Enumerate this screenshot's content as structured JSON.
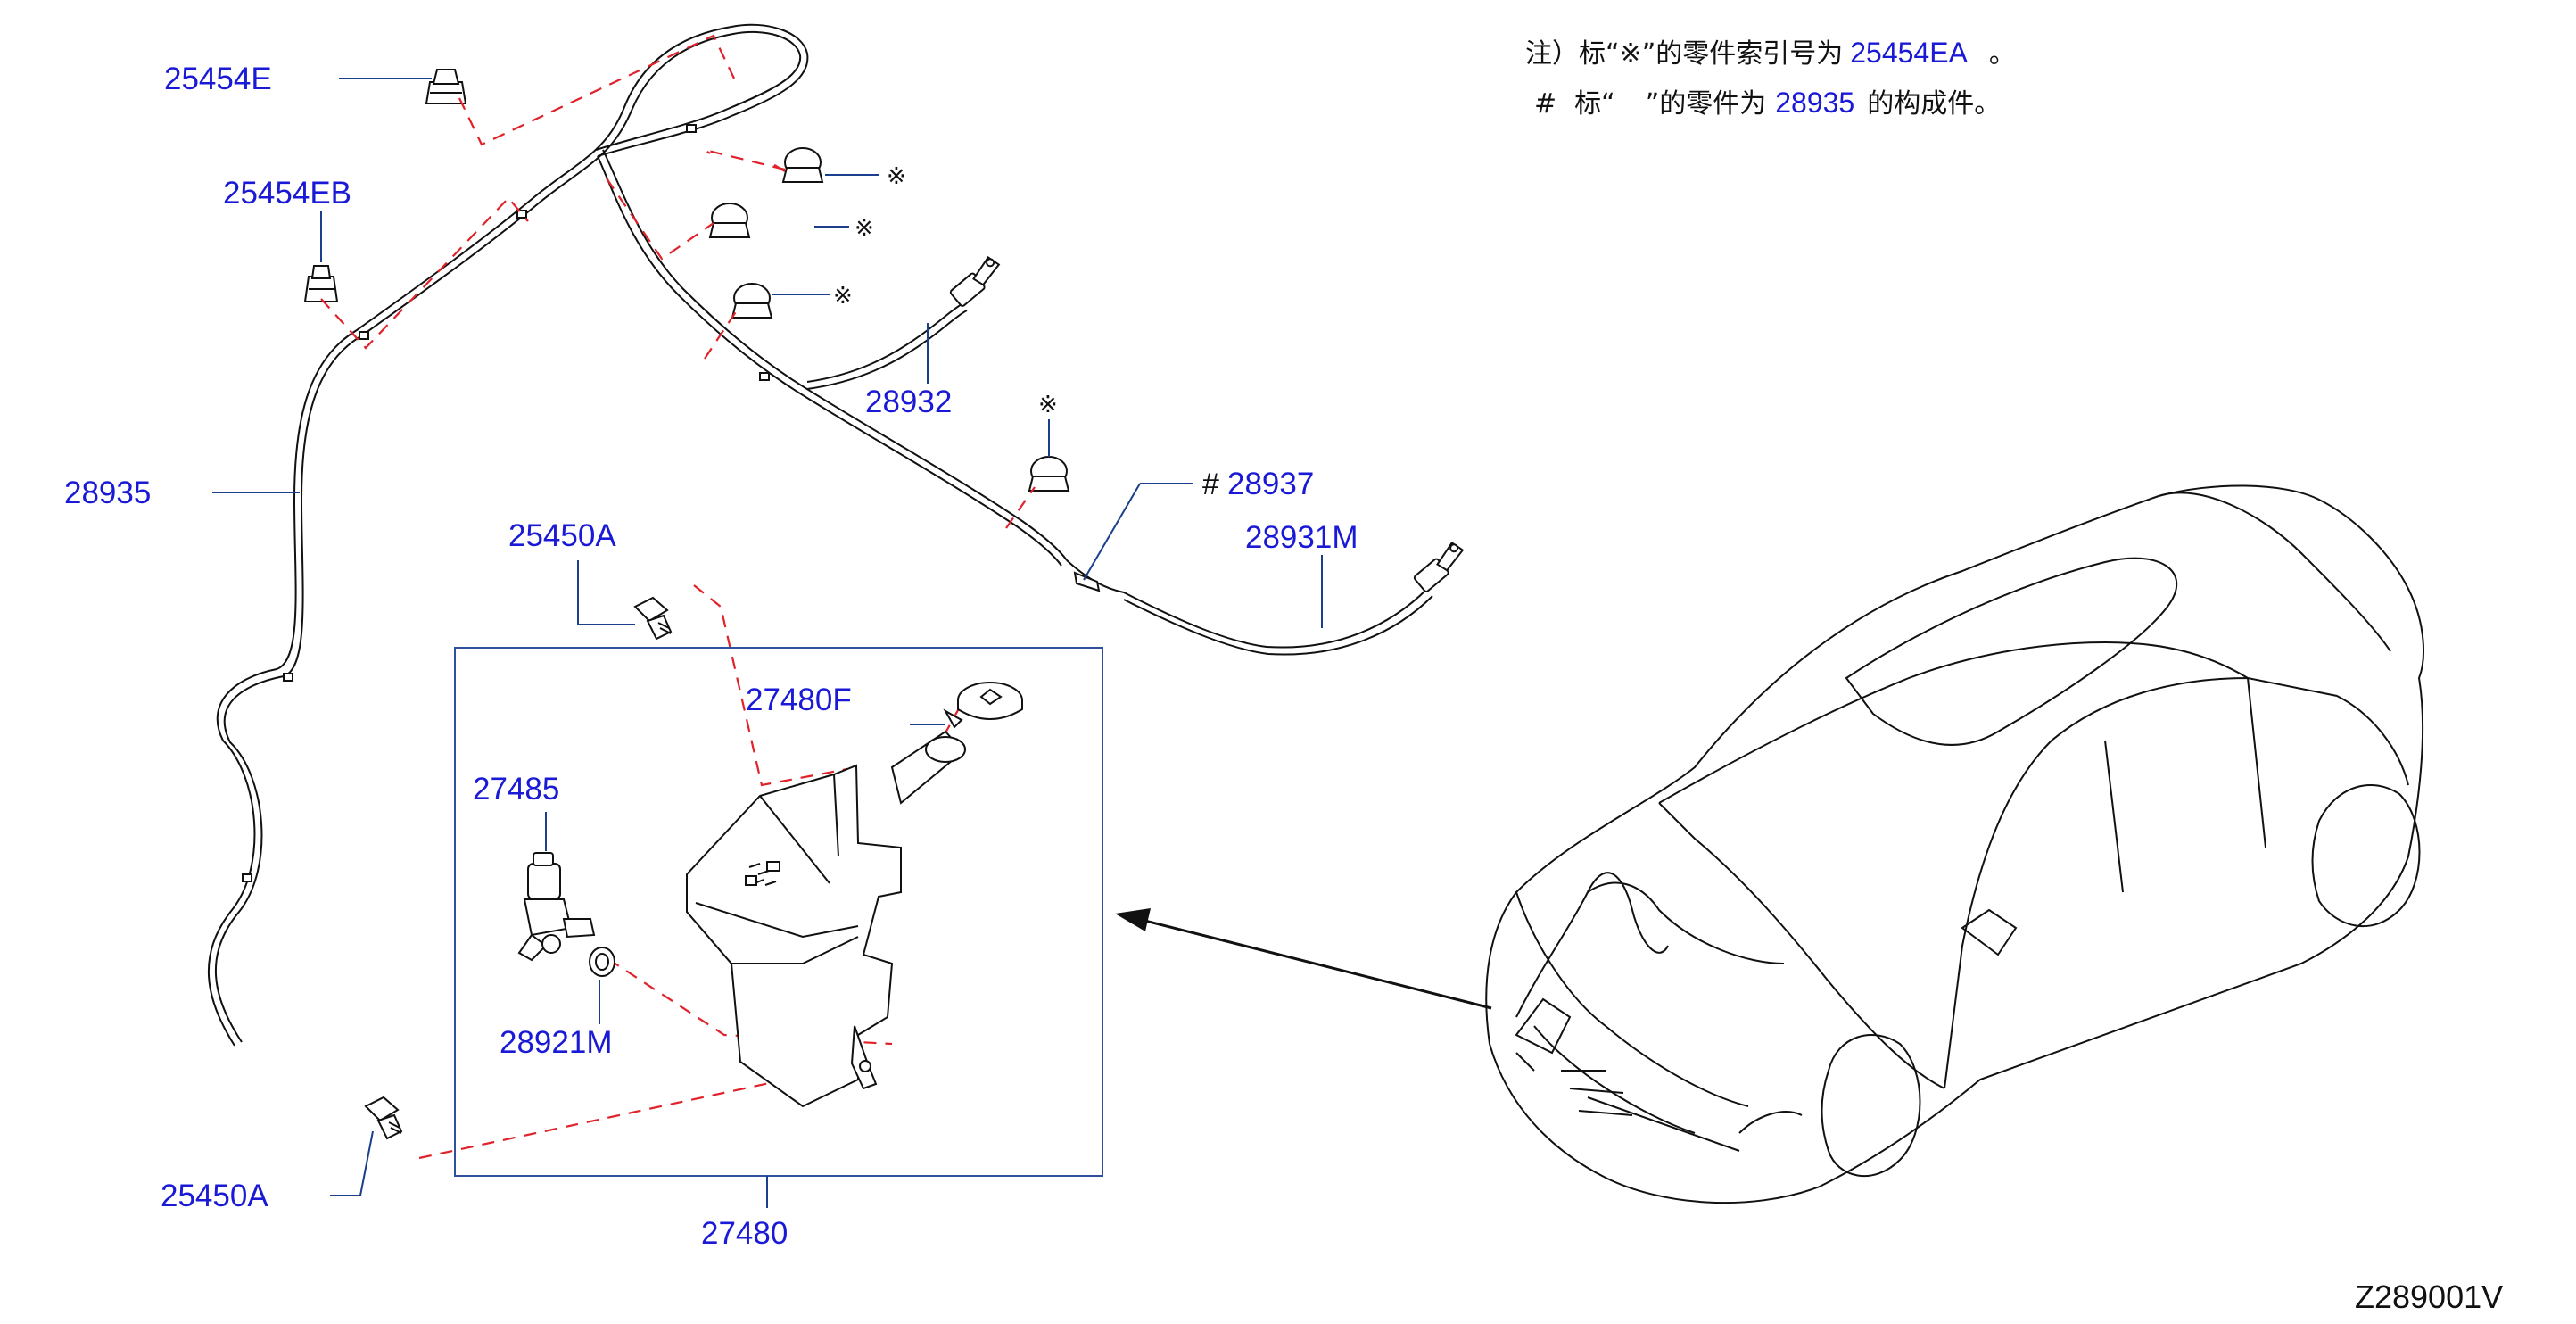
{
  "notes": {
    "line1": {
      "prefix": "注）标“",
      "symbol": "※",
      "mid": "”的零件索引号为",
      "link": "25454EA",
      "end": "。"
    },
    "line2": {
      "prefix": "#",
      "mid1": "标“",
      "mid2": "”的零件为",
      "link": "28935",
      "end": "的构成件。"
    }
  },
  "labels": {
    "p25454E": "25454E",
    "p25454EB": "25454EB",
    "p28935": "28935",
    "p25450A_top": "25450A",
    "p27480F": "27480F",
    "p27485": "27485",
    "p28921M": "28921M",
    "p25450A_bottom": "25450A",
    "p27480": "27480",
    "p28932": "28932",
    "p28937": "28937",
    "p28937_mark": "#",
    "p28931M": "28931M",
    "mark1": "※",
    "mark2": "※",
    "mark3": "※",
    "mark4": "※"
  },
  "diagram_code": "Z289001V"
}
